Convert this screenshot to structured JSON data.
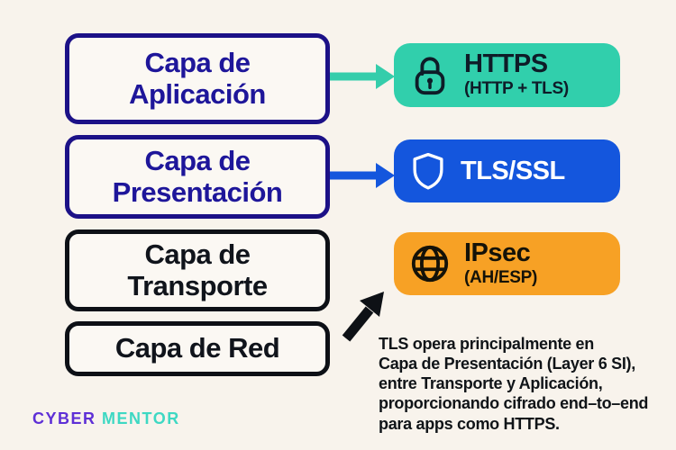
{
  "layers": [
    {
      "id": "aplicacion",
      "lines": [
        "Capa de",
        "Aplicación"
      ]
    },
    {
      "id": "presentacion",
      "lines": [
        "Capa de",
        "Presentación"
      ]
    },
    {
      "id": "transporte",
      "lines": [
        "Capa de",
        "Transporte"
      ]
    },
    {
      "id": "red",
      "lines": [
        "Capa de Red"
      ]
    }
  ],
  "protocols": [
    {
      "id": "https",
      "icon": "lock-icon",
      "title": "HTTPS",
      "subtitle": "(HTTP + TLS)",
      "bg": "#31cfac",
      "text_color": "#0e1c28"
    },
    {
      "id": "tls",
      "icon": "shield-icon",
      "title": "TLS/SSL",
      "subtitle": "",
      "bg": "#1456dd",
      "text_color": "#ffffff"
    },
    {
      "id": "ipsec",
      "icon": "globe-icon",
      "title": "IPsec",
      "subtitle": "(AH/ESP)",
      "bg": "#f7a125",
      "text_color": "#141208"
    }
  ],
  "note": {
    "text": "TLS opera principalmente en\nCapa de Presentación (Layer 6 SI),\nentre Transporte y Aplicación,\nproporcionando cifrado end–to–end\npara apps como HTTPS."
  },
  "logo": {
    "part1": "CYBER",
    "part2": "MENTOR"
  },
  "colors": {
    "background": "#f8f3ec",
    "box_fill": "#fbf8f3",
    "navy_border": "#1c1187",
    "navy_text": "#1e169a",
    "black": "#10141b",
    "teal": "#31cfac",
    "blue": "#1456dd",
    "orange": "#f7a125",
    "logo_purple": "#5e2fd6",
    "logo_teal": "#3ed8c3"
  }
}
